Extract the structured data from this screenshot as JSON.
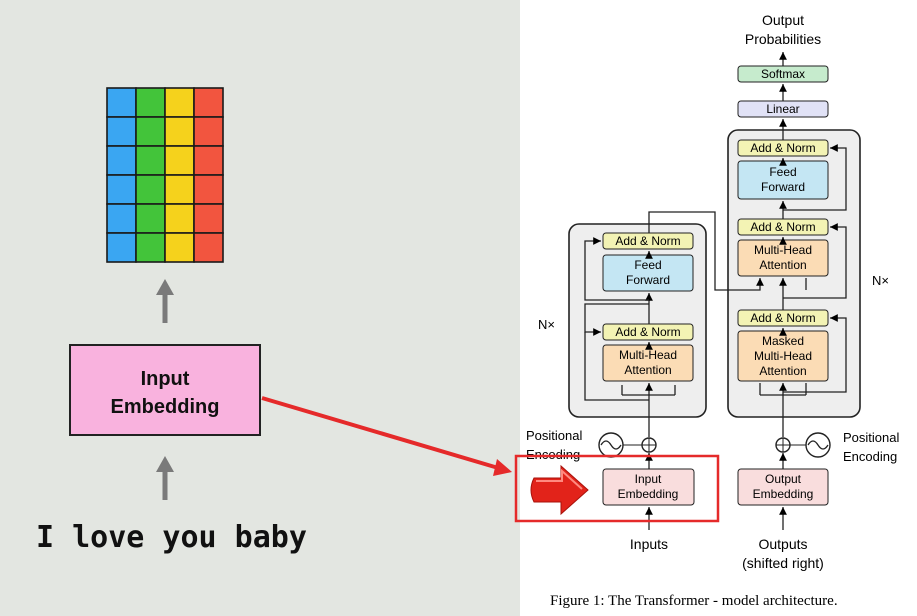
{
  "left": {
    "matrix_colors": [
      "#3aa6f2",
      "#43c43a",
      "#f5d21c",
      "#f2553f"
    ],
    "embedding_box_line1": "Input",
    "embedding_box_line2": "Embedding",
    "sentence": "I love you baby"
  },
  "transformer": {
    "output_line1": "Output",
    "output_line2": "Probabilities",
    "softmax": "Softmax",
    "linear": "Linear",
    "add_norm": "Add & Norm",
    "feed_forward_1": "Feed",
    "feed_forward_2": "Forward",
    "multi_head_1": "Multi-Head",
    "multi_head_2": "Attention",
    "masked": "Masked",
    "nx_left": "N×",
    "nx_right": "N×",
    "positional_1": "Positional",
    "positional_2": "Encoding",
    "input_emb_1": "Input",
    "input_emb_2": "Embedding",
    "output_emb_1": "Output",
    "output_emb_2": "Embedding",
    "inputs": "Inputs",
    "outputs_1": "Outputs",
    "outputs_2": "(shifted right)",
    "caption": "Figure 1: The Transformer - model architecture."
  },
  "colors": {
    "left_bg": "#e3e6e1",
    "embedding_pink": "#f9b2de",
    "highlight_red": "#e52a2a",
    "add_norm_fill": "#f3f3b4",
    "feed_forward_fill": "#c4e6f3",
    "attention_fill": "#fbdcb5",
    "softmax_fill": "#c6ebcd",
    "linear_fill": "#e1e2f6",
    "emb_fill": "#f9dddd",
    "stack_fill": "#eeeeee"
  }
}
